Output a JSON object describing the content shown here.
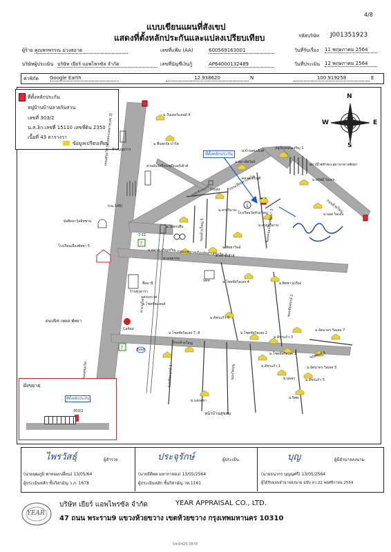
{
  "header": {
    "page_no": "4/8",
    "title": "แบบเขียนแผนที่สังเขป",
    "subtitle": "แสดงที่ตั้งหลักประกันและแปลงเปรียบเทียบ",
    "project_code_label": "รหัสบริษัท",
    "project_code": "J001351923",
    "applicant_label": "ผู้ร้าย",
    "applicant": "คุณพรพรรณ ม่วงสอาด",
    "file_no_label": "เลขที่แฟ้ม (AA)",
    "file_no": "600569163001",
    "start_date_label": "วันที่รับเรื่อง",
    "start_date": "11 พฤษภาคม 2564",
    "company_label": "บริษัทผู้ประเมิน",
    "company": "บริษัท เยียร์ แอพไพรซัล จำกัด",
    "account_label": "เลขที่บัญชีเงินกู้",
    "account": "AP64000132489",
    "eval_date_label": "วันที่ประเมิน",
    "eval_date": "12 พฤษภาคม 2564",
    "ref_label": "ค่าพิกัด",
    "ref_source": "Google Earth",
    "lat": "12.938620",
    "lat_suffix": "N",
    "lng": "100.919258",
    "lng_suffix": "E"
  },
  "legend": {
    "collateral_label": "ที่ตั้งหลักประกัน",
    "village": "หมู่บ้านบ้านลวยริมสวน",
    "house_no": "เลขที่ 303/2",
    "title_deed": "น.ส.3ก.เลขที่ 15110  เลขที่ดิน 2350",
    "area": "เนื้อที่ 43 ตารางวา",
    "comparison_label": "ข้อมูลเปรียบเทียบ"
  },
  "compass": {
    "n": "N",
    "s": "S",
    "e": "E",
    "w": "W"
  },
  "map": {
    "collateral_callout": "ที่ตั้งหลักประกัน",
    "inset_title": "ผังขยาย",
    "inset_callout": "ที่ตั้งหลักประกัน",
    "inset_plot": "303/2",
    "labels": [
      {
        "id": "m1",
        "text": "ม.วันเดอร์แลนด์ 4"
      },
      {
        "id": "m2",
        "text": "ช้างบุญยวาร"
      },
      {
        "id": "m3",
        "text": "ม.ชื่นพรรัย ปาร์ค"
      },
      {
        "id": "m4",
        "text": "สวนอันร์ตรีบรงสูปีเบอร์เฮ้าส์"
      },
      {
        "id": "m5",
        "text": "ม.บ้านสมบริงค์"
      },
      {
        "id": "m6",
        "text": "หมู่บ้านรอนเจริญ 1"
      },
      {
        "id": "m7",
        "text": "สถานีไฟฟ้าพระสุดานาทางพัทยา"
      },
      {
        "id": "m8",
        "text": "ม.ศุภาลัยวิลล์"
      },
      {
        "id": "m9",
        "text": "ร้านส่ง"
      },
      {
        "id": "m10",
        "text": "ตลาดเจริญดี"
      },
      {
        "id": "m11",
        "text": "ม.ทรัพย์ วิลเลจ"
      },
      {
        "id": "m12",
        "text": "ม.บอย วิลเลจ"
      },
      {
        "id": "m13",
        "text": "ม.สวยวิมาน"
      },
      {
        "id": "m14",
        "text": "โรงเรียนวัดห้วยใหญ่"
      },
      {
        "id": "m15",
        "text": "ม.สวยสุวิมาน"
      },
      {
        "id": "m16",
        "text": "(ถม.145)"
      },
      {
        "id": "m17",
        "text": "มัสยิดดารุ้ลอิหซาน"
      },
      {
        "id": "m18",
        "text": "โรงเรียนเมืองพัทยา 5"
      },
      {
        "id": "m19",
        "text": "ม.ไม่ตรงสืบ"
      },
      {
        "id": "m20",
        "text": "7-11"
      },
      {
        "id": "m21",
        "text": "ม.ตลาดเจริญเจริญ"
      },
      {
        "id": "m22",
        "text": "ม.พัทยาวิลล์"
      },
      {
        "id": "m23",
        "text": "ม.สบายเฮ้าส์"
      },
      {
        "id": "m24",
        "text": "พาอนธรรม"
      },
      {
        "id": "m25",
        "text": "สื่อมานี"
      },
      {
        "id": "m26",
        "text": "ปตท"
      },
      {
        "id": "m27",
        "text": "ม.โชคชัยวิลเลจ 4"
      },
      {
        "id": "m28",
        "text": "ม.พิทยาวุ่งเรือง"
      },
      {
        "id": "m29",
        "text": "ร้านทุ่งลาร่า"
      },
      {
        "id": "m30",
        "text": "นครนรเวศ"
      },
      {
        "id": "m31",
        "text": "ม.โชคชัยแลนด์"
      },
      {
        "id": "m32",
        "text": "ม.ดัชรแก้ว 9"
      },
      {
        "id": "m33",
        "text": "ม.โชคชัยวิลเลจ 2"
      },
      {
        "id": "m34",
        "text": "ดนปนิช เพลส พัทยา"
      },
      {
        "id": "m35",
        "text": "Caltex"
      },
      {
        "id": "m36",
        "text": "ม.ดัชรแก้ว 3"
      },
      {
        "id": "m37",
        "text": "ม.จัดนาคร วิลเลจ 7"
      },
      {
        "id": "m38",
        "text": "ม.โชคชัยวิลเลจ 7, 8"
      },
      {
        "id": "m39",
        "text": "Esso"
      },
      {
        "id": "m40",
        "text": "ม.โชคชัยวิลเลจ 1"
      },
      {
        "id": "m41",
        "text": "ม.ดัชรแก้ว 1"
      },
      {
        "id": "m42",
        "text": "ม.จัดนาคร วิลเลจ 5"
      },
      {
        "id": "m43",
        "text": "ม.บุษพา"
      },
      {
        "id": "m44",
        "text": "ม.ดัชรแก้ว 5"
      },
      {
        "id": "m45",
        "text": "ม.แสงสุขา"
      },
      {
        "id": "m46",
        "text": "ม.ริพพ"
      },
      {
        "id": "m47",
        "text": "หน้าบ้านสุขอม"
      }
    ],
    "roads": [
      {
        "id": "r1",
        "text": "ถนนสุขุมวิท (ทางหลวงหมายเลข 3)"
      },
      {
        "id": "r2",
        "text": "ซอยชัยพฤกษ์"
      },
      {
        "id": "r3",
        "text": "ถนนเลียบทางรถไฟ"
      },
      {
        "id": "r4",
        "text": "ถนนห้วยใหญ่"
      },
      {
        "id": "r5",
        "text": "ถนนเทศบาลเมืองพัทยา-สุขุมวิท 3"
      },
      {
        "id": "r6",
        "text": "ซอยหนองไหลพัฒนา 3"
      },
      {
        "id": "r7",
        "text": "ซอยห้วยใหญ่ 5"
      },
      {
        "id": "r8",
        "text": "ทางรถไฟ"
      },
      {
        "id": "r9",
        "text": "ถนนสุขุมวิท"
      },
      {
        "id": "r10",
        "text": "ซอยชัยพฤกษ์ 3"
      },
      {
        "id": "r11",
        "text": "ซอยวัดบุญ"
      },
      {
        "id": "r12",
        "text": "ถนนห้วยใหญ่"
      },
      {
        "id": "r13",
        "text": "ซอยชัยพฤกษ์ 2"
      },
      {
        "id": "r14",
        "text": "ซอยพันธ์ 5"
      }
    ]
  },
  "signatures": [
    {
      "sig": "ไพรวัสธุ์",
      "role": "ผู้สำรวจ",
      "name": "(นายยุฒภูมิ พาหอมเปลี่ยน) 13/05/64",
      "cert": "ผู้ประเมินหลัก ชั้นวิสามัญ ว.ภ. 1678"
    },
    {
      "sig": "ประจุรักษ์",
      "role": "ผู้ประเมิน",
      "name": "(นายธิติพล มหากาทอง) 13/05/2564",
      "cert": "ผู้ประเมินหลัก ชั้นวิสามัญ วท.1161"
    },
    {
      "sig": "บุญ",
      "role": "ผู้มีอำนาจลงนาม",
      "name": "(นายธนากร บุญญศรี) 13/05/2564",
      "cert": "ผู้ได้รับมอบอำนาจลงนาม ฉบับ ลว.22 พฤศจิกายน 2559"
    }
  ],
  "footer": {
    "company_th": "บริษัท เยียร์ แอพไพรซัล จำกัด",
    "company_en": "YEAR APPRAISAL CO., LTD.",
    "address": "47 ถนน พระราม9 แขวงห้วยขวาง เขตห้วยขวาง กรุงเทพมหานคร 10310",
    "logo_text": "YEAR",
    "small_text": "54-6H25-3878"
  }
}
